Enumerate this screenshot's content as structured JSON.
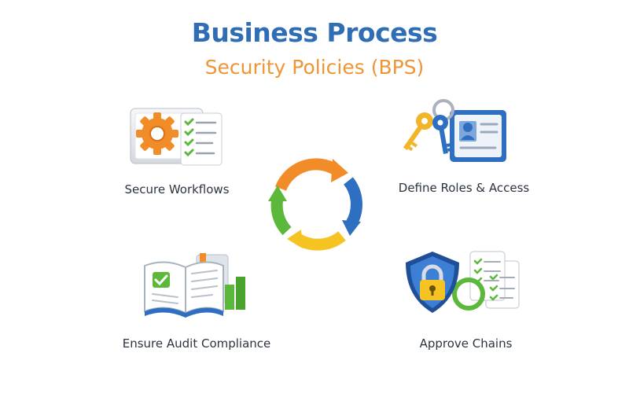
{
  "header": {
    "title": "Business Process",
    "subtitle": "Security Policies (BPS)"
  },
  "items": [
    {
      "label": "Secure Workflows",
      "icon": "gear-checklist-icon"
    },
    {
      "label": "Define Roles & Access",
      "icon": "key-id-card-icon"
    },
    {
      "label": "Ensure Audit Compliance",
      "icon": "audit-book-chart-icon"
    },
    {
      "label": "Approve Chains",
      "icon": "shield-lock-documents-icon"
    }
  ],
  "center": {
    "icon": "cycle-arrows-icon"
  },
  "colors": {
    "title": "#2f6db5",
    "subtitle": "#ee9535",
    "orange": "#f28c28",
    "blue": "#2f6fc2",
    "green": "#5cb83a",
    "yellow": "#f5c422"
  }
}
